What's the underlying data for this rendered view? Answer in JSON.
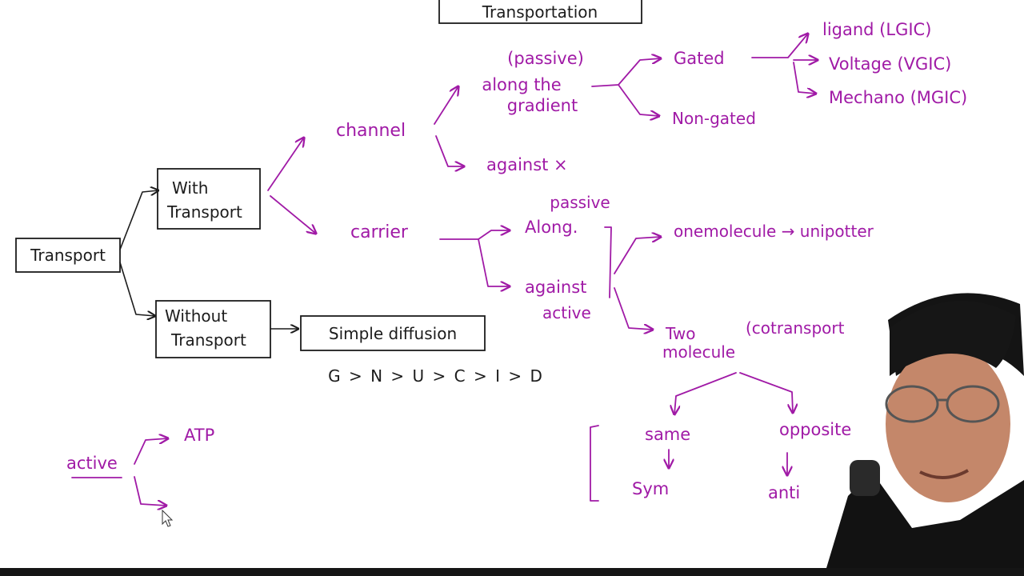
{
  "title": "Transportation",
  "root": "Transport",
  "branches": {
    "with": [
      "With",
      "Transport"
    ],
    "without": [
      "Without",
      "Transport"
    ]
  },
  "simple_diffusion": "Simple diffusion",
  "sequence": "G > N > U > C > I > D",
  "channel": {
    "label": "channel",
    "passive_note": "(passive)",
    "along": [
      "along the",
      "gradient"
    ],
    "against": "against ×",
    "gated": "Gated",
    "non_gated": "Non-gated",
    "gates": [
      "ligand (LGIC)",
      "Voltage (VGIC)",
      "Mechano (MGIC)"
    ]
  },
  "carrier": {
    "label": "carrier",
    "passive_note": "passive",
    "along": "Along.",
    "against": "against",
    "active_note": "active",
    "one": "onemolecule → unipotter",
    "two": [
      "Two",
      "molecule"
    ],
    "cotransport": "(cotransport",
    "same": "same",
    "opposite": "opposite",
    "sym": "Sym",
    "anti": "anti"
  },
  "active": {
    "label": "active",
    "atp": "ATP"
  }
}
